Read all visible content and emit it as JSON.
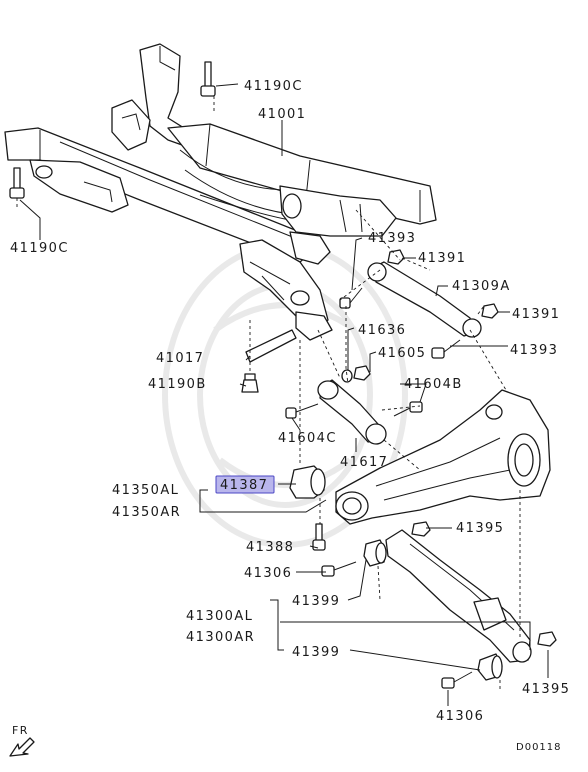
{
  "colors": {
    "highlight_fill": "#b9b6ec",
    "highlight_stroke": "#4b47c4",
    "ink": "#1a1a1a"
  },
  "labels": {
    "l41190c_top": "41190C",
    "l41001": "41001",
    "l41190c_left": "41190C",
    "l41393_top": "41393",
    "l41391_top": "41391",
    "l41309a": "41309A",
    "l41391_right": "41391",
    "l41636": "41636",
    "l41605": "41605",
    "l41393_right": "41393",
    "l41017": "41017",
    "l41190b": "41190B",
    "l41604b": "41604B",
    "l41604c": "41604C",
    "l41617": "41617",
    "l41350al": "41350AL",
    "l41387": "41387",
    "l41350ar": "41350AR",
    "l41395_mid": "41395",
    "l41388": "41388",
    "l41306_mid": "41306",
    "l41399_top": "41399",
    "l41300al": "41300AL",
    "l41300ar": "41300AR",
    "l41399_bottom": "41399",
    "l41395_bottom": "41395",
    "l41306_bottom": "41306"
  },
  "direction_label": "FR",
  "diagram_id": "D00118"
}
